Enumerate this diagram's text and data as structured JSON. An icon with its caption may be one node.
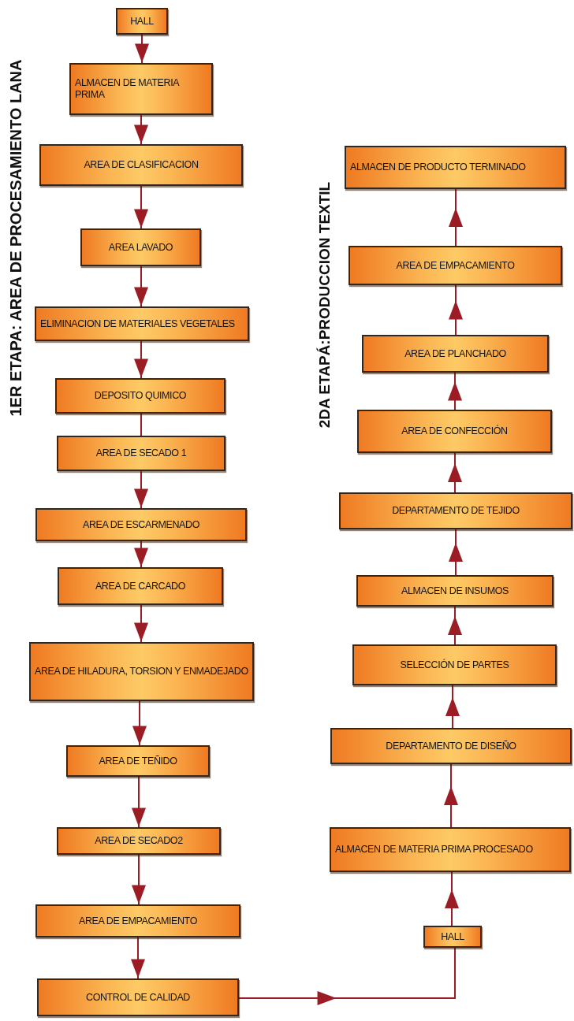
{
  "diagram": {
    "nodes": [
      {
        "text": [
          "HALL"
        ]
      },
      {
        "text": [
          "ALMACEN DE MATERIA PRIMA"
        ]
      },
      {
        "text": [
          "AREA DE CLASIFICACION"
        ]
      },
      {
        "text": [
          "AREA LAVADO"
        ]
      },
      {
        "text": [
          "ELIMINACION DE MATERIALES VEGETALES"
        ]
      },
      {
        "text": [
          "DEPOSITO QUIMICO"
        ]
      },
      {
        "text": [
          "AREA DE SECADO 1"
        ]
      },
      {
        "text": [
          "AREA DE ESCARMENADO"
        ]
      },
      {
        "text": [
          "AREA DE CARCADO"
        ]
      },
      {
        "text": [
          "AREA DE HILADURA, TORSION Y ENMADEJADO"
        ]
      },
      {
        "text": [
          "AREA DE TEÑIDO"
        ]
      },
      {
        "text": [
          "AREA DE SECADO2"
        ]
      },
      {
        "text": [
          "AREA DE EMPACAMIENTO"
        ]
      },
      {
        "text": [
          "CONTROL DE CALIDAD"
        ]
      },
      {
        "text": [
          "HALL"
        ]
      },
      {
        "text": [
          "ALMACEN DE MATERIA PRIMA PROCESADO"
        ]
      },
      {
        "text": [
          "DEPARTAMENTO DE DISEÑO"
        ]
      },
      {
        "text": [
          "SELECCIÓN DE PARTES"
        ]
      },
      {
        "text": [
          "ALMACEN DE INSUMOS"
        ]
      },
      {
        "text": [
          "DEPARTAMENTO DE TEJIDO"
        ]
      },
      {
        "text": [
          "AREA DE CONFECCIÓN"
        ]
      },
      {
        "text": [
          "AREA DE PLANCHADO"
        ]
      },
      {
        "text": [
          "AREA DE EMPACAMIENTO"
        ]
      },
      {
        "text": [
          "ALMACEN DE PRODUCTO TERMINADO"
        ]
      }
    ],
    "edges": [
      {
        "from": 0,
        "to": 1,
        "arrow": "to"
      },
      {
        "from": 1,
        "to": 2,
        "arrow": "to"
      },
      {
        "from": 2,
        "to": 3,
        "arrow": "to"
      },
      {
        "from": 3,
        "to": 4,
        "arrow": "to"
      },
      {
        "from": 4,
        "to": 5,
        "arrow": "to"
      },
      {
        "from": 5,
        "to": 6,
        "arrow": "none"
      },
      {
        "from": 6,
        "to": 7,
        "arrow": "to"
      },
      {
        "from": 7,
        "to": 8,
        "arrow": "to"
      },
      {
        "from": 8,
        "to": 9,
        "arrow": "to"
      },
      {
        "from": 9,
        "to": 10,
        "arrow": "to"
      },
      {
        "from": 10,
        "to": 11,
        "arrow": "to"
      },
      {
        "from": 11,
        "to": 12,
        "arrow": "to"
      },
      {
        "from": 12,
        "to": 13,
        "arrow": "to"
      },
      {
        "from": 13,
        "to": 14,
        "arrow": "to"
      },
      {
        "from": 14,
        "to": 15,
        "arrow": "to"
      },
      {
        "from": 15,
        "to": 16,
        "arrow": "to"
      },
      {
        "from": 16,
        "to": 17,
        "arrow": "to"
      },
      {
        "from": 17,
        "to": 18,
        "arrow": "to"
      },
      {
        "from": 18,
        "to": 19,
        "arrow": "to"
      },
      {
        "from": 19,
        "to": 20,
        "arrow": "to"
      },
      {
        "from": 20,
        "to": 21,
        "arrow": "to"
      },
      {
        "from": 21,
        "to": 22,
        "arrow": "to"
      },
      {
        "from": 22,
        "to": 23,
        "arrow": "to"
      }
    ],
    "labels": [
      "1ER ETAPA: AREA DE PROCESAMIENTO LANA",
      "2DA ETAPÁ:PRODUCCION TEXTIL"
    ]
  }
}
